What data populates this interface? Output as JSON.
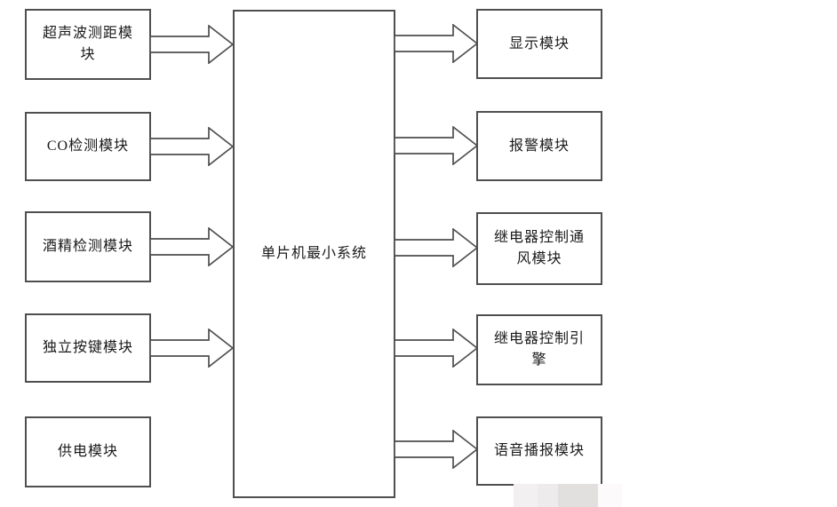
{
  "diagram": {
    "title": "MCU system block diagram",
    "center_module": {
      "label": "单片机最小系统"
    },
    "left_modules": [
      {
        "label": "超声波测距模\n块",
        "arrow_to_center": true
      },
      {
        "label": "CO检测模块",
        "arrow_to_center": true
      },
      {
        "label": "酒精检测模块",
        "arrow_to_center": true
      },
      {
        "label": "独立按键模块",
        "arrow_to_center": true
      },
      {
        "label": "供电模块",
        "arrow_to_center": false
      }
    ],
    "right_modules": [
      {
        "label": "显示模块",
        "arrow_from_center": true
      },
      {
        "label": "报警模块",
        "arrow_from_center": true
      },
      {
        "label": "继电器控制通\n风模块",
        "arrow_from_center": true
      },
      {
        "label": "继电器控制引\n擎",
        "arrow_from_center": true
      },
      {
        "label": "语音播报模块",
        "arrow_from_center": true
      }
    ],
    "colors": {
      "background": "#ffffff",
      "box_border": "#4f4f4f",
      "text": "#1a1a1a",
      "arrow_outline": "#4f4f4f",
      "arrow_fill": "#ffffff",
      "watermark_blocks": [
        "#f2f0f0",
        "#edebeb",
        "#e2dfdf",
        "#fcfafa"
      ]
    }
  }
}
